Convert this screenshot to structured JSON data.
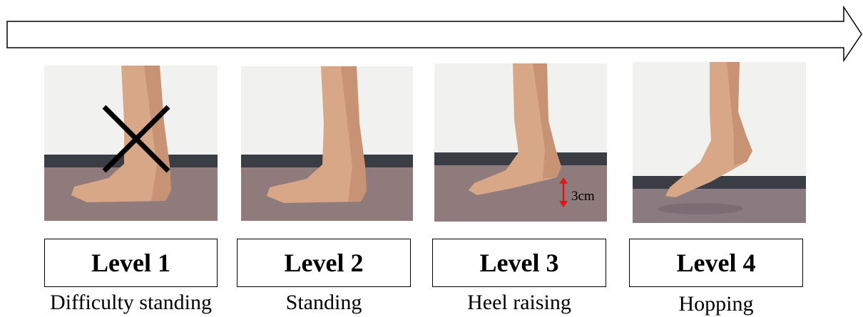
{
  "levels": [
    {
      "label": "Level 1",
      "description": "Difficulty standing",
      "crossed_out": true
    },
    {
      "label": "Level 2",
      "description": "Standing"
    },
    {
      "label": "Level 3",
      "description": "Heel raising",
      "annotation": "3cm"
    },
    {
      "label": "Level 4",
      "description": "Hopping"
    }
  ],
  "colors": {
    "wall": "#f1f2f0",
    "baseboard": "#3a3d44",
    "carpet": "#8f7a7c",
    "skin": "#d8a787",
    "skin_shadow": "#b98365",
    "cross": "#000000",
    "height_arrow": "#e0161c"
  },
  "icons": [
    "progression-arrow-icon",
    "cross-mark-icon",
    "height-arrow-icon"
  ]
}
